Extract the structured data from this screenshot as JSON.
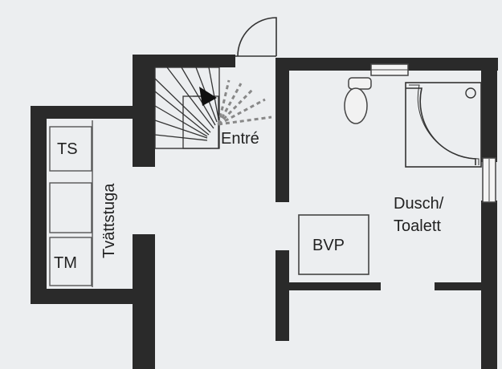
{
  "labels": {
    "ts": "TS",
    "tm": "TM",
    "tvattstuga": "Tvättstuga",
    "entre": "Entré",
    "bvp": "BVP",
    "dusch_line1": "Dusch/",
    "dusch_line2": "Toalett"
  },
  "colors": {
    "background": "#eceef0",
    "wall": "#2a2a2a",
    "line": "#444444"
  }
}
